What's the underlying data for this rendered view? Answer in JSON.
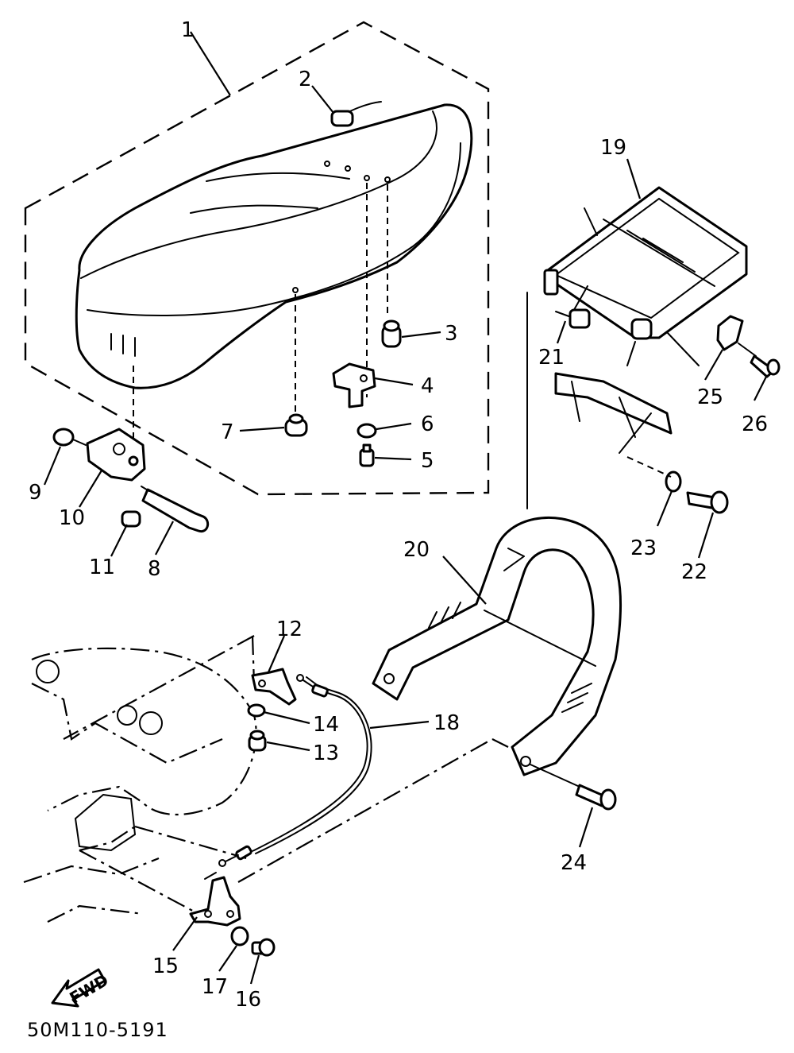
{
  "callouts": {
    "c1": "1",
    "c2": "2",
    "c3": "3",
    "c4": "4",
    "c5": "5",
    "c6": "6",
    "c7": "7",
    "c8": "8",
    "c9": "9",
    "c10": "10",
    "c11": "11",
    "c12": "12",
    "c13": "13",
    "c14": "14",
    "c15": "15",
    "c16": "16",
    "c17": "17",
    "c18": "18",
    "c19": "19",
    "c20": "20",
    "c21": "21",
    "c22": "22",
    "c23": "23",
    "c24": "24",
    "c25": "25",
    "c26": "26"
  },
  "direction_arrow": "FWD",
  "diagram_code": "50M110-5191"
}
